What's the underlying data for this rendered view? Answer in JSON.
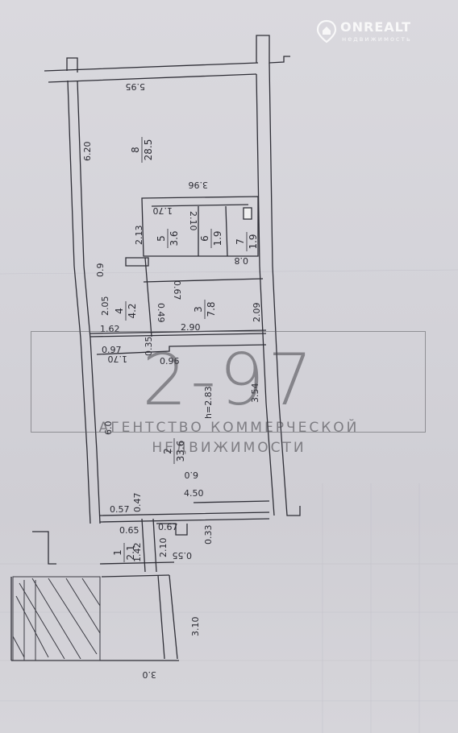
{
  "watermark": {
    "number": "2-97",
    "line1": "АГЕНТСТВО КОММЕРЧЕСКОЙ",
    "line2": "НЕДВИЖИМОСТИ"
  },
  "brand": {
    "name": "ONREALT",
    "sub": "недвижимость",
    "icon": "house-pin-icon"
  },
  "rooms": [
    {
      "number": "8",
      "area": "28.5"
    },
    {
      "number": "5",
      "area": "3.6"
    },
    {
      "number": "6",
      "area": "1.9"
    },
    {
      "number": "7",
      "area": "1.9"
    },
    {
      "number": "4",
      "area": "4.2"
    },
    {
      "number": "3",
      "area": "7.8"
    },
    {
      "number": "2",
      "area": "33.6"
    },
    {
      "number": "1",
      "area": "2.1"
    }
  ],
  "dimensions": {
    "top_width": "5.95",
    "left_upper": "6.20",
    "inner_width": "3.96",
    "wc_a": "1.70",
    "wc_b": "2.10",
    "room5_h": "2.13",
    "wall_09": "0.9",
    "wall_09b": "0.9",
    "room7_w": "0.8",
    "room4_h": "2.05",
    "room4_w": "1.62",
    "door_097": "0.97",
    "door_049": "0.49",
    "room3_w": "2.90",
    "room3_h": "2.09",
    "door_067": "0.67",
    "door_170": "1.70",
    "wall_035": "0.35",
    "wall_096": "0.96",
    "room2_h": "3.54",
    "room2_label": "h=2.83",
    "left_lower": "6.0",
    "mid": "6.0",
    "room2_w": "4.50",
    "n057": "0.57",
    "n047": "0.47",
    "n065": "0.65",
    "n067": "0.67",
    "n033": "0.33",
    "n055": "0.55",
    "n210": "2.10",
    "n142": "1.42",
    "bottom_h": "3.10",
    "bottom_w": "3.0"
  }
}
